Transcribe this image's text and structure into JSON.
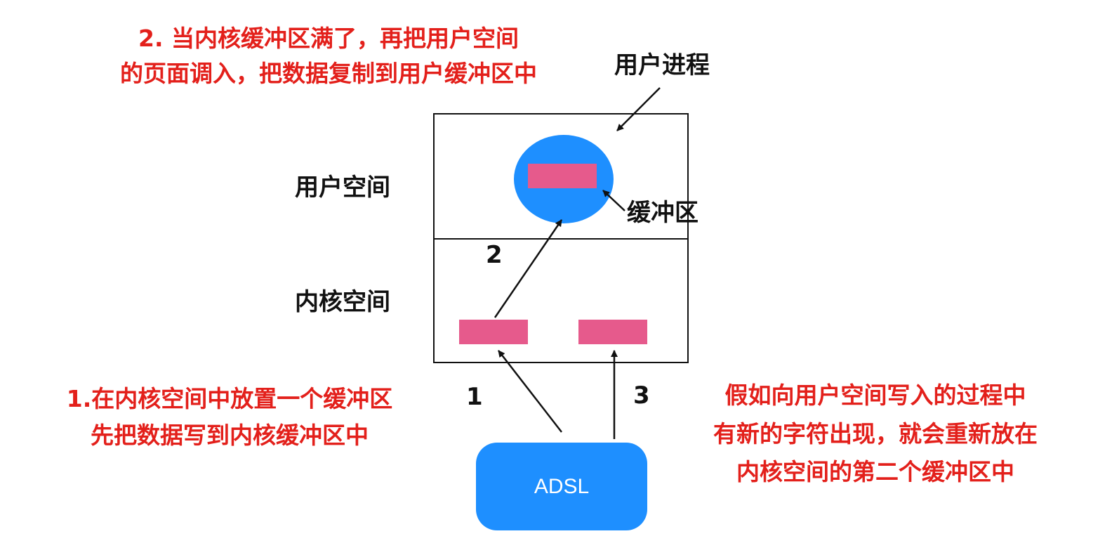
{
  "annotations": {
    "step2_line1": "2. 当内核缓冲区满了，再把用户空间",
    "step2_line2": "的页面调入，把数据复制到用户缓冲区中",
    "step1_line1": "1.在内核空间中放置一个缓冲区",
    "step1_line2": "先把数据写到内核缓冲区中",
    "step3_line1": "假如向用户空间写入的过程中",
    "step3_line2": "有新的字符出现，就会重新放在",
    "step3_line3": "内核空间的第二个缓冲区中"
  },
  "labels": {
    "user_process": "用户进程",
    "user_space": "用户空间",
    "kernel_space": "内核空间",
    "buffer": "缓冲区",
    "adsl": "ADSL",
    "num1": "1",
    "num2": "2",
    "num3": "3"
  },
  "colors": {
    "red_text": "#e3201b",
    "blue": "#1e8fff",
    "pink": "#e65a8c"
  }
}
